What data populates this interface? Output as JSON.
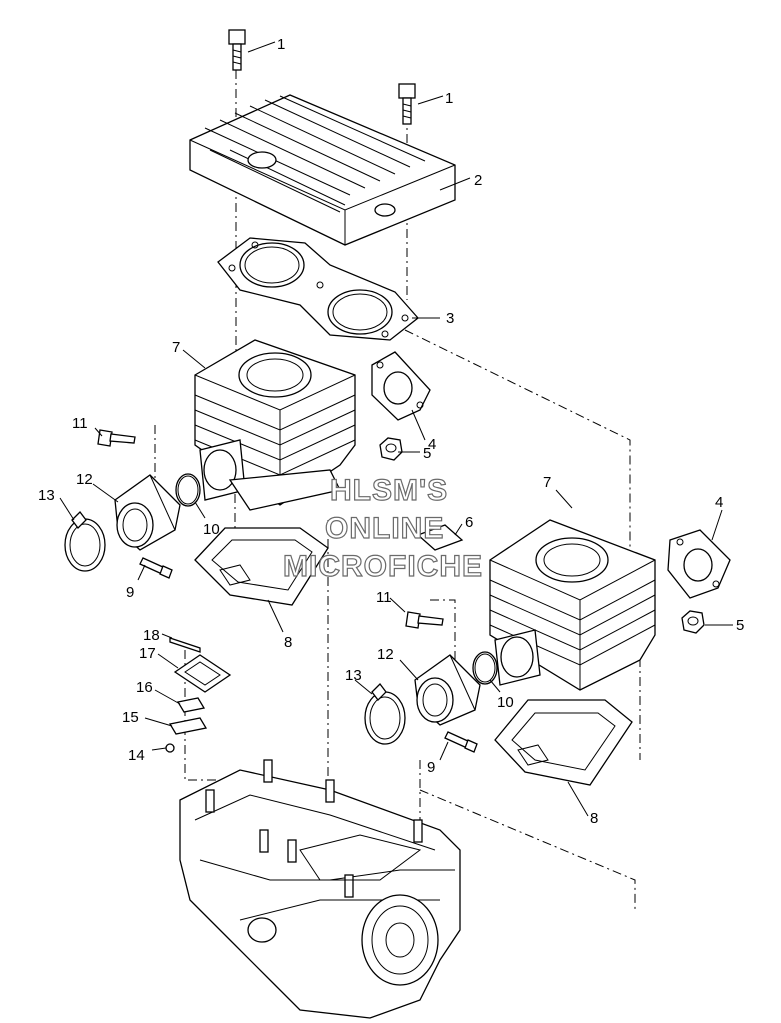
{
  "watermark": {
    "line1": "HLSM'S",
    "line2": "ONLINE",
    "line3": "MICROFICHE"
  },
  "callouts": [
    {
      "id": "c1a",
      "text": "1"
    },
    {
      "id": "c1b",
      "text": "1"
    },
    {
      "id": "c2",
      "text": "2"
    },
    {
      "id": "c3",
      "text": "3"
    },
    {
      "id": "c7a",
      "text": "7"
    },
    {
      "id": "c4a",
      "text": "4"
    },
    {
      "id": "c11a",
      "text": "11"
    },
    {
      "id": "c5a",
      "text": "5"
    },
    {
      "id": "c12a",
      "text": "12"
    },
    {
      "id": "c13a",
      "text": "13"
    },
    {
      "id": "c10a",
      "text": "10"
    },
    {
      "id": "c6",
      "text": "6"
    },
    {
      "id": "c7b",
      "text": "7"
    },
    {
      "id": "c4b",
      "text": "4"
    },
    {
      "id": "c9a",
      "text": "9"
    },
    {
      "id": "c8a",
      "text": "8"
    },
    {
      "id": "c11b",
      "text": "11"
    },
    {
      "id": "c5b",
      "text": "5"
    },
    {
      "id": "c18",
      "text": "18"
    },
    {
      "id": "c17",
      "text": "17"
    },
    {
      "id": "c12b",
      "text": "12"
    },
    {
      "id": "c13b",
      "text": "13"
    },
    {
      "id": "c10b",
      "text": "10"
    },
    {
      "id": "c16",
      "text": "16"
    },
    {
      "id": "c15",
      "text": "15"
    },
    {
      "id": "c14",
      "text": "14"
    },
    {
      "id": "c9b",
      "text": "9"
    },
    {
      "id": "c8b",
      "text": "8"
    }
  ]
}
